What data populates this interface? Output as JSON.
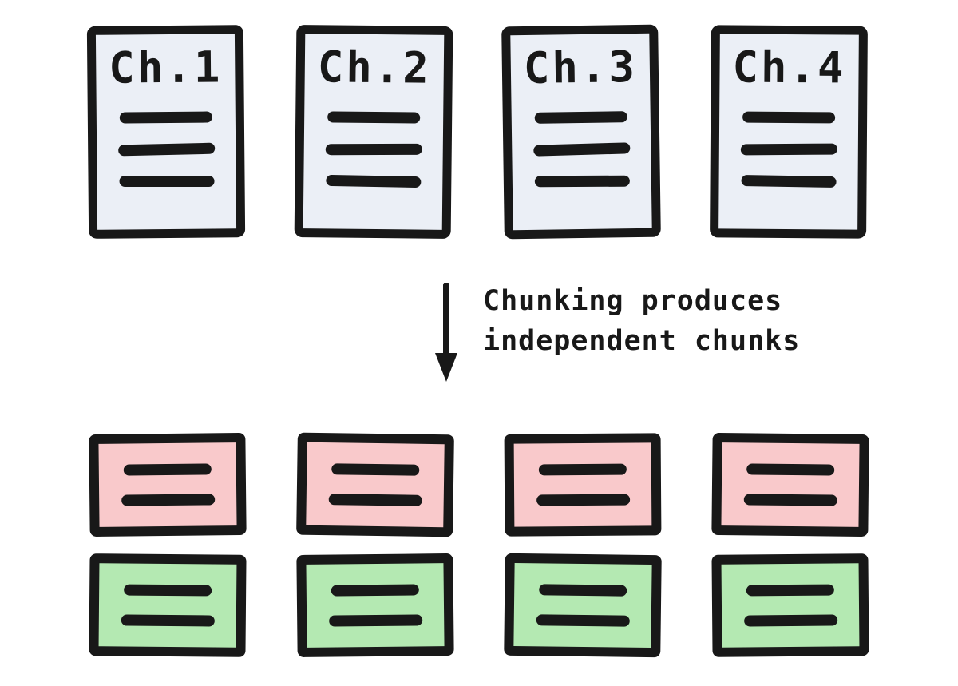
{
  "colors": {
    "background": "#ffffff",
    "ink": "#181818",
    "document_fill": "#ebeff6",
    "pink_chunk_fill": "#f9c9cb",
    "green_chunk_fill": "#b4e9b2"
  },
  "documents": [
    {
      "label": "Ch.1",
      "text_line_count": 3
    },
    {
      "label": "Ch.2",
      "text_line_count": 3
    },
    {
      "label": "Ch.3",
      "text_line_count": 3
    },
    {
      "label": "Ch.4",
      "text_line_count": 3
    }
  ],
  "transition": {
    "arrow_icon": "down-arrow",
    "caption_line1": "Chunking produces",
    "caption_line2": "independent chunks"
  },
  "chunk_rows": [
    {
      "name": "pink-chunks-row",
      "fill": "#f9c9cb",
      "chunk_count": 4,
      "text_line_count": 2
    },
    {
      "name": "green-chunks-row",
      "fill": "#b4e9b2",
      "chunk_count": 4,
      "text_line_count": 2
    }
  ]
}
